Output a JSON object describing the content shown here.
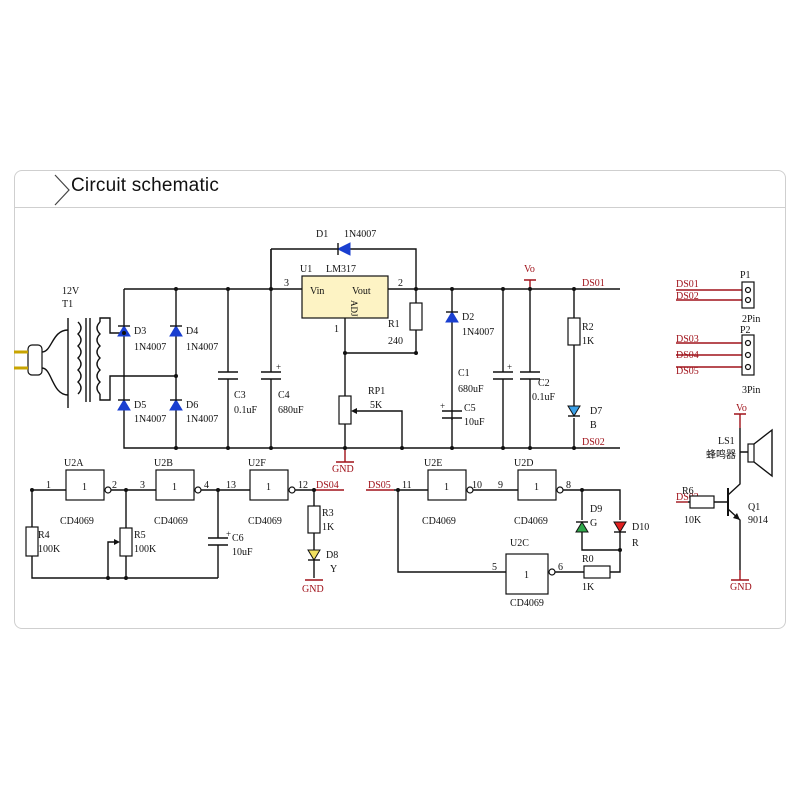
{
  "header": {
    "title": "Circuit schematic"
  },
  "power": {
    "input_label": "12V",
    "transformer_label": "T1",
    "bridge": [
      {
        "ref": "D3",
        "part": "1N4007"
      },
      {
        "ref": "D4",
        "part": "1N4007"
      },
      {
        "ref": "D5",
        "part": "1N4007"
      },
      {
        "ref": "D6",
        "part": "1N4007"
      }
    ],
    "c3": {
      "ref": "C3",
      "value": "0.1uF"
    },
    "c4": {
      "ref": "C4",
      "value": "680uF"
    },
    "d1": {
      "ref": "D1",
      "part": "1N4007"
    },
    "regulator": {
      "ref": "U1",
      "part": "LM317",
      "vin": "Vin",
      "vout": "Vout",
      "adj": "ADJ",
      "pin_in": "3",
      "pin_out": "2",
      "pin_adj": "1"
    },
    "r1": {
      "ref": "R1",
      "value": "240"
    },
    "d2": {
      "ref": "D2",
      "part": "1N4007"
    },
    "rp1": {
      "ref": "RP1",
      "value": "5K"
    },
    "c5": {
      "ref": "C5",
      "value": "10uF"
    },
    "c1": {
      "ref": "C1",
      "value": "680uF"
    },
    "c2": {
      "ref": "C2",
      "value": "0.1uF"
    },
    "r2": {
      "ref": "R2",
      "value": "1K"
    },
    "d7": {
      "ref": "D7",
      "color": "B"
    },
    "vo": "Vo",
    "ds01": "DS01",
    "ds02": "DS02",
    "gnd": "GND"
  },
  "connectors": {
    "p1": {
      "ref": "P1",
      "type": "2Pin",
      "nets": [
        "DS01",
        "DS02"
      ]
    },
    "p2": {
      "ref": "P2",
      "type": "3Pin",
      "nets": [
        "DS03",
        "DS04",
        "DS05"
      ]
    }
  },
  "buzzer": {
    "vo": "Vo",
    "ls1": "LS1",
    "ls1_name": "蜂鸣器",
    "net": "DS03",
    "r6": {
      "ref": "R6",
      "value": "10K"
    },
    "q1": {
      "ref": "Q1",
      "part": "9014"
    },
    "gnd": "GND"
  },
  "oscillator": {
    "u2a": {
      "ref": "U2A",
      "part": "CD4069",
      "pin_in": "1",
      "pin_out": "2"
    },
    "u2b": {
      "ref": "U2B",
      "part": "CD4069",
      "pin_in": "3",
      "pin_out": "4"
    },
    "u2f": {
      "ref": "U2F",
      "part": "CD4069",
      "pin_in": "13",
      "pin_out": "12"
    },
    "r4": {
      "ref": "R4",
      "value": "100K"
    },
    "r5": {
      "ref": "R5",
      "value": "100K"
    },
    "c6": {
      "ref": "C6",
      "value": "10uF"
    },
    "ds04": "DS04",
    "r3": {
      "ref": "R3",
      "value": "1K"
    },
    "d8": {
      "ref": "D8",
      "color": "Y"
    },
    "gnd": "GND"
  },
  "indicator": {
    "ds05": "DS05",
    "u2e": {
      "ref": "U2E",
      "part": "CD4069",
      "pin_in": "11",
      "pin_out": "10"
    },
    "u2d": {
      "ref": "U2D",
      "part": "CD4069",
      "pin_in": "9",
      "pin_out": "8"
    },
    "u2c": {
      "ref": "U2C",
      "part": "CD4069",
      "pin_in": "5",
      "pin_out": "6"
    },
    "d9": {
      "ref": "D9",
      "color": "G"
    },
    "d10": {
      "ref": "D10",
      "color": "R"
    },
    "r0": {
      "ref": "R0",
      "value": "1K"
    }
  },
  "colors": {
    "wire": "#111111",
    "net_label": "#a0121a",
    "led_body": "#1a3fd0",
    "ic_fill": "#fdf3c4"
  }
}
